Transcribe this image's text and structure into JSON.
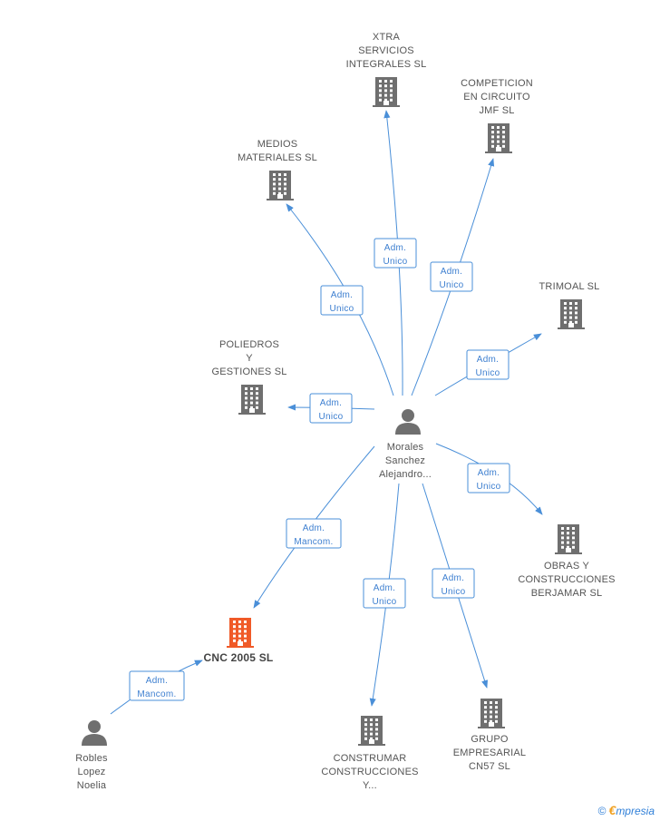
{
  "colors": {
    "edge": "#4a8fd8",
    "company": "#6f6f6f",
    "focus_company": "#f05a28",
    "person": "#6f6f6f",
    "label": "#555555"
  },
  "nodes": [
    {
      "id": "xtra",
      "type": "company",
      "label": [
        "XTRA",
        "SERVICIOS",
        "INTEGRALES SL"
      ]
    },
    {
      "id": "competicion",
      "type": "company",
      "label": [
        "COMPETICION",
        "EN CIRCUITO",
        "JMF SL"
      ]
    },
    {
      "id": "medios",
      "type": "company",
      "label": [
        "MEDIOS",
        "MATERIALES SL"
      ]
    },
    {
      "id": "trimoal",
      "type": "company",
      "label": [
        "TRIMOAL SL"
      ]
    },
    {
      "id": "poliedros",
      "type": "company",
      "label": [
        "POLIEDROS",
        "Y",
        "GESTIONES SL"
      ]
    },
    {
      "id": "morales",
      "type": "person",
      "label": [
        "Morales",
        "Sanchez",
        "Alejandro..."
      ]
    },
    {
      "id": "obras",
      "type": "company",
      "label": [
        "OBRAS Y",
        "CONSTRUCCIONES",
        "BERJAMAR SL"
      ]
    },
    {
      "id": "cnc",
      "type": "focus_company",
      "label": [
        "CNC 2005 SL"
      ]
    },
    {
      "id": "construmar",
      "type": "company",
      "label": [
        "CONSTRUMAR",
        "CONSTRUCCIONES",
        "Y..."
      ]
    },
    {
      "id": "grupo",
      "type": "company",
      "label": [
        "GRUPO",
        "EMPRESARIAL",
        "CN57 SL"
      ]
    },
    {
      "id": "robles",
      "type": "person",
      "label": [
        "Robles",
        "Lopez",
        "Noelia"
      ]
    }
  ],
  "edges": [
    {
      "from": "morales",
      "to": "xtra",
      "label": [
        "Adm.",
        "Unico"
      ]
    },
    {
      "from": "morales",
      "to": "competicion",
      "label": [
        "Adm.",
        "Unico"
      ]
    },
    {
      "from": "morales",
      "to": "medios",
      "label": [
        "Adm.",
        "Unico"
      ]
    },
    {
      "from": "morales",
      "to": "trimoal",
      "label": [
        "Adm.",
        "Unico"
      ]
    },
    {
      "from": "morales",
      "to": "poliedros",
      "label": [
        "Adm.",
        "Unico"
      ]
    },
    {
      "from": "morales",
      "to": "obras",
      "label": [
        "Adm.",
        "Unico"
      ]
    },
    {
      "from": "morales",
      "to": "cnc",
      "label": [
        "Adm.",
        "Mancom."
      ]
    },
    {
      "from": "morales",
      "to": "construmar",
      "label": [
        "Adm.",
        "Unico"
      ]
    },
    {
      "from": "morales",
      "to": "grupo",
      "label": [
        "Adm.",
        "Unico"
      ]
    },
    {
      "from": "robles",
      "to": "cnc",
      "label": [
        "Adm.",
        "Mancom."
      ]
    }
  ],
  "footer": {
    "copyright": "©",
    "brand_initial": "€",
    "brand_rest": "mpresia"
  }
}
